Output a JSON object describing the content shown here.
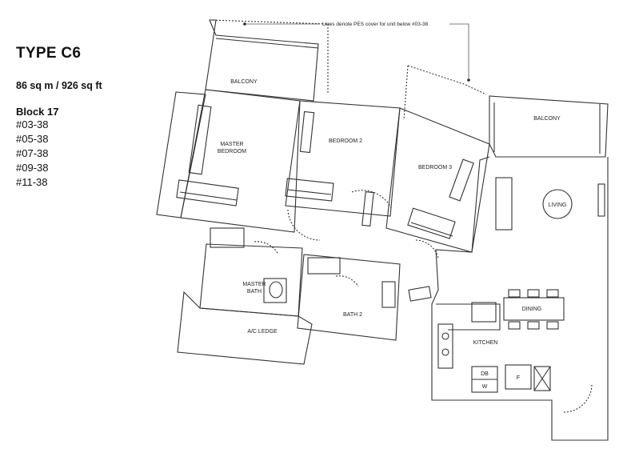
{
  "header": {
    "title": "TYPE C6",
    "area": "86 sq m / 926 sq ft",
    "block": "Block 17",
    "units": [
      "#03-38",
      "#05-38",
      "#07-38",
      "#09-38",
      "#11-38"
    ]
  },
  "note": "Lines denote PES cover for unit below #03-38",
  "rooms": {
    "balcony_left": "BALCONY",
    "balcony_right": "BALCONY",
    "master_bedroom_1": "MASTER",
    "master_bedroom_2": "BEDROOM",
    "bedroom2": "BEDROOM 2",
    "bedroom3": "BEDROOM 3",
    "living": "LIVING",
    "master_bath_1": "MASTER",
    "master_bath_2": "BATH",
    "bath2": "BATH 2",
    "ac_ledge": "A/C LEDGE",
    "dining": "DINING",
    "kitchen": "KITCHEN",
    "db": "DB",
    "w": "W",
    "f": "F"
  },
  "colors": {
    "wall": "#333333",
    "line": "#555555"
  }
}
